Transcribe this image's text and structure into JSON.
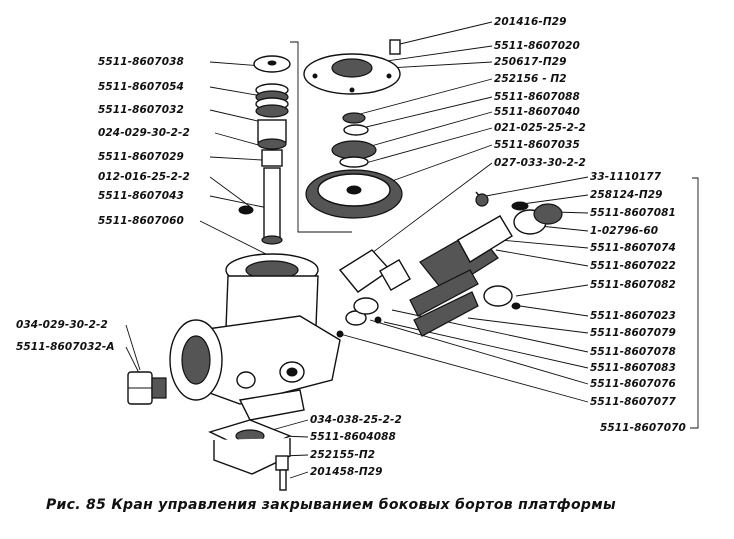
{
  "caption": "Рис. 85  Кран управления закрыванием боковых бортов платформы",
  "labels": {
    "l_5511_8607038": "5511-8607038",
    "l_5511_8607054": "5511-8607054",
    "l_5511_8607032": "5511-8607032",
    "l_024_029_30_2_2_top": "024-029-30-2-2",
    "l_5511_8607029": "5511-8607029",
    "l_012_016_25_2_2": "012-016-25-2-2",
    "l_5511_8607043": "5511-8607043",
    "l_5511_8607060": "5511-8607060",
    "l_034_029_30_2_2_left": "034-029-30-2-2",
    "l_5511_8607032_a": "5511-8607032-А",
    "l_201416_p29": "201416-П29",
    "l_5511_8607020": "5511-8607020",
    "l_250617_p29": "250617-П29",
    "l_252156_p2": "252156 - П2",
    "l_5511_8607088_top": "5511-8607088",
    "l_5511_8607040": "5511-8607040",
    "l_021_025_25_2_2": "021-025-25-2-2",
    "l_5511_8607035": "5511-8607035",
    "l_027_033_30_2_2": "027-033-30-2-2",
    "l_33_1110177": "33-1110177",
    "l_258124_p29": "258124-П29",
    "l_5511_8607081": "5511-8607081",
    "l_1_02796_60": "1-02796-60",
    "l_5511_8607074": "5511-8607074",
    "l_5511_8607022": "5511-8607022",
    "l_5511_8607082": "5511-8607082",
    "l_5511_8607023": "5511-8607023",
    "l_5511_8607079": "5511-8607079",
    "l_5511_8607078": "5511-8607078",
    "l_5511_8607083": "5511-8607083",
    "l_5511_8607076": "5511-8607076",
    "l_5511_8607077": "5511-8607077",
    "l_5511_8607070": "5511-8607070",
    "l_034_038_25_2_2": "034-038-25-2-2",
    "l_5511_8604088": "5511-8604088",
    "l_252155_p2": "252155-П2",
    "l_201458_p29": "201458-П29"
  }
}
